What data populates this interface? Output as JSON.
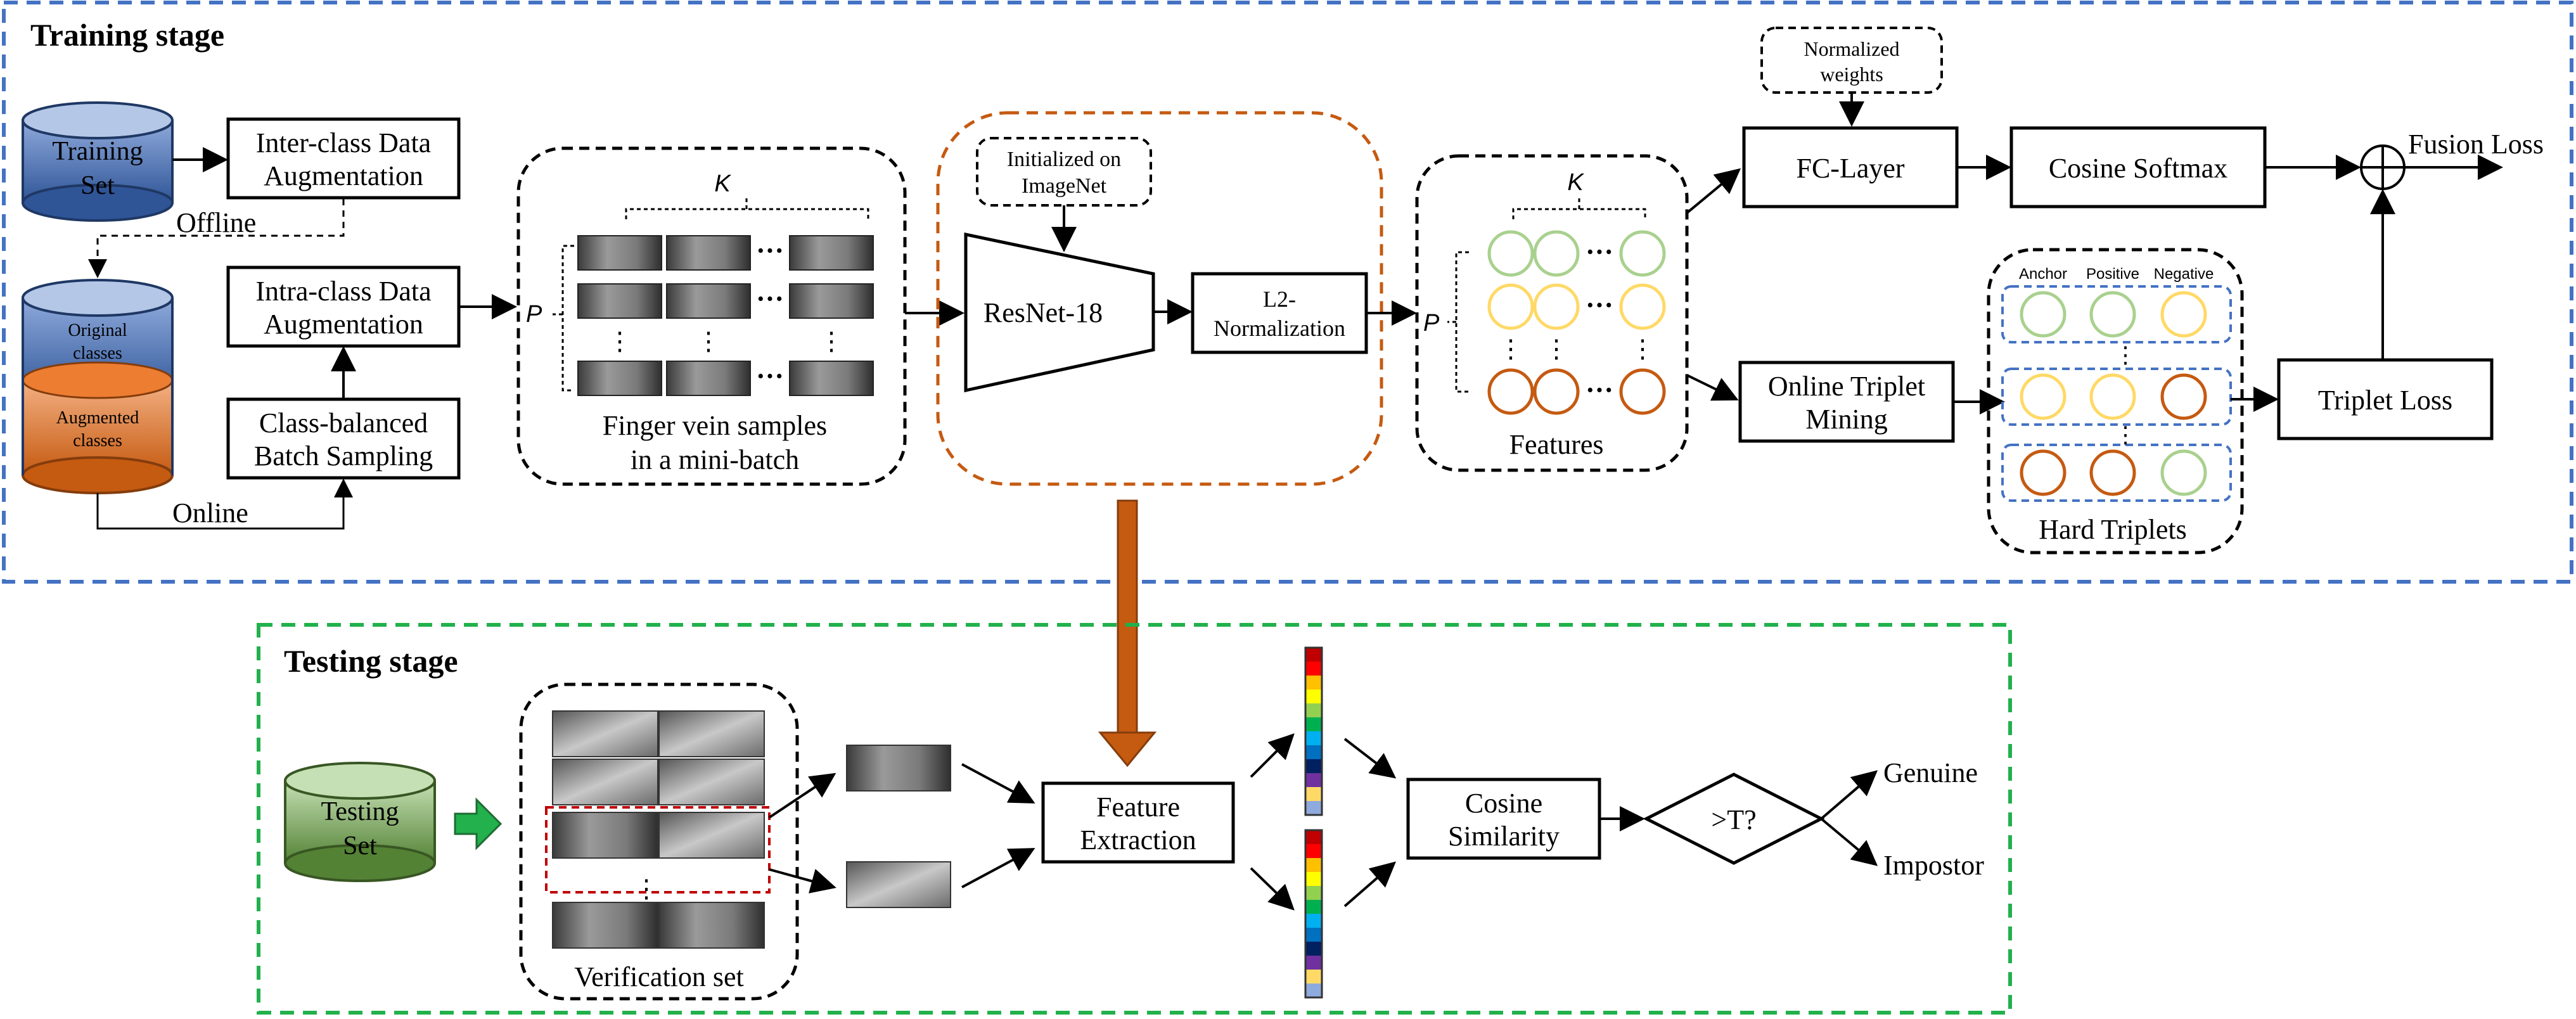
{
  "training": {
    "title": "Training stage",
    "training_set": [
      "Training",
      "Set"
    ],
    "inter_class": [
      "Inter-class Data",
      "Augmentation"
    ],
    "offline": "Offline",
    "original_classes": [
      "Original",
      "classes"
    ],
    "augmented_classes": [
      "Augmented",
      "classes"
    ],
    "intra_class": [
      "Intra-class Data",
      "Augmentation"
    ],
    "class_balanced": [
      "Class-balanced",
      "Batch Sampling"
    ],
    "online": "Online",
    "p_label": "P",
    "k_label": "K",
    "samples_caption": [
      "Finger vein samples",
      "in a mini-batch"
    ],
    "imagenet": [
      "Initialized on",
      "ImageNet"
    ],
    "resnet": "ResNet-18",
    "l2norm": [
      "L2-",
      "Normalization"
    ],
    "features_caption": "Features",
    "normalized_weights": [
      "Normalized",
      "weights"
    ],
    "fc_layer": "FC-Layer",
    "cosine_softmax": "Cosine Softmax",
    "fusion_loss": "Fusion Loss",
    "online_triplet": [
      "Online Triplet",
      "Mining"
    ],
    "triplet_headers": [
      "Anchor",
      "Positive",
      "Negative"
    ],
    "hard_triplets": "Hard Triplets",
    "triplet_loss": "Triplet Loss",
    "ellipsis": "···",
    "vdots": "⋮"
  },
  "testing": {
    "title": "Testing stage",
    "testing_set": [
      "Testing",
      "Set"
    ],
    "verification_set": "Verification set",
    "feature_extraction": [
      "Feature",
      "Extraction"
    ],
    "cosine_similarity": [
      "Cosine",
      "Similarity"
    ],
    "threshold": ">T?",
    "genuine": "Genuine",
    "impostor": "Impostor",
    "vdots": "⋮"
  },
  "colors": {
    "training_border": "#4472C4",
    "testing_border": "#22B14C",
    "resnet_border": "#C55A11",
    "green_circle": "#A9D18E",
    "yellow_circle": "#FFD966",
    "orange_circle": "#C55A11",
    "big_arrow": "#C55A11",
    "db_blue": "#4472C4",
    "db_orange": "#ED7D31",
    "db_green": "#70AD47",
    "feature_vector": [
      "#C00000",
      "#FF0000",
      "#FFC000",
      "#FFFF00",
      "#92D050",
      "#00B050",
      "#00B0F0",
      "#0070C0",
      "#002060",
      "#7030A0",
      "#FFD966",
      "#8FAADC"
    ]
  }
}
